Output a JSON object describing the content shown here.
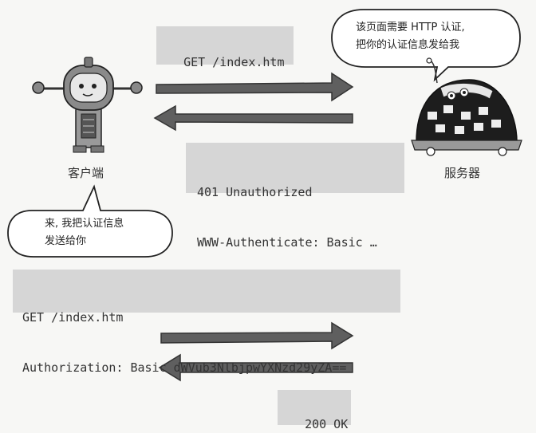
{
  "request1": {
    "line1": "GET /index.htm"
  },
  "response1": {
    "line1": "401 Unauthorized",
    "line2": "WWW-Authenticate: Basic …"
  },
  "request2": {
    "line1": "GET /index.htm",
    "line2": "Authorization: Basic dWVub3NlbjpwYXNzd29yZA=="
  },
  "response2": {
    "line1": "200 OK"
  },
  "client": {
    "label": "客户端",
    "speech_line1": "来, 我把认证信息",
    "speech_line2": "发送给你"
  },
  "server": {
    "label": "服务器",
    "speech_line1": "该页面需要 HTTP 认证,",
    "speech_line2": "把你的认证信息发给我"
  },
  "colors": {
    "box": "#d6d6d6",
    "arrow": "#5a5a5a",
    "background": "#f7f7f5"
  }
}
